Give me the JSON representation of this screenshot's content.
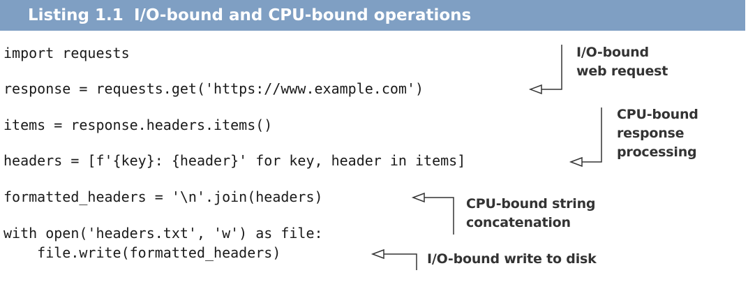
{
  "listing": {
    "number": "Listing 1.1",
    "title": "I/O-bound and CPU-bound operations"
  },
  "code": {
    "lines": [
      "import requests",
      "response = requests.get('https://www.example.com')",
      "items = response.headers.items()",
      "headers = [f'{key}: {header}' for key, header in items]",
      "formatted_headers = '\\n'.join(headers)",
      "with open('headers.txt', 'w') as file:",
      "    file.write(formatted_headers)"
    ]
  },
  "annotations": {
    "io_web_request": [
      "I/O-bound",
      "web request"
    ],
    "cpu_response": [
      "CPU-bound",
      "response",
      "processing"
    ],
    "cpu_string": [
      "CPU-bound string",
      "concatenation"
    ],
    "io_write": [
      "I/O-bound write to disk"
    ]
  },
  "colors": {
    "header_bar": "#7f9fc3",
    "annotation_text": "#333333"
  }
}
